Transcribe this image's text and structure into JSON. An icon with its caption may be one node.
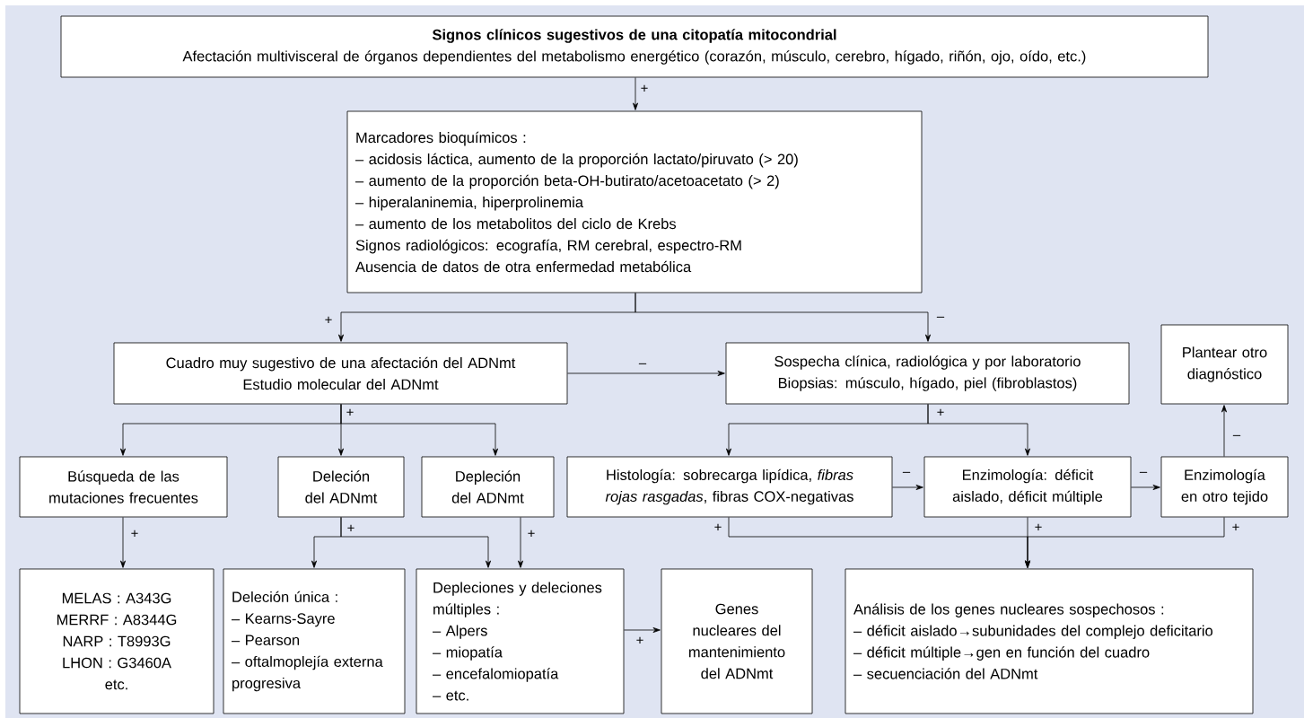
{
  "diagram": {
    "nodes": [
      {
        "text": [
          "Signos clínicos sugestivos de una citopatía mitocondrial",
          "Afectación multivisceral de órganos dependientes del metabolismo energético (corazón, músculo, cerebro, hígado, riñón, ojo, oído, etc.)"
        ]
      },
      {
        "text": [
          "Marcadores bioquímicos :",
          "– acidosis láctica, aumento de la proporción lactato/piruvato (> 20)",
          "– aumento de la proporción beta-OH-butirato/acetoacetato (> 2)",
          "– hiperalaninemia, hiperprolinemia",
          "– aumento de los metabolitos del ciclo de Krebs",
          "Signos radiológicos: ecografía, RM cerebral, espectro-RM",
          "Ausencia de datos de otra enfermedad metabólica"
        ]
      },
      {
        "text": [
          "Cuadro muy sugestivo de una afectación del ADNmt",
          "Estudio molecular del ADNmt"
        ]
      },
      {
        "text": [
          "Sospecha clínica, radiológica y por laboratorio",
          "Biopsias: músculo, hígado, piel (fibroblastos)"
        ]
      },
      {
        "text": [
          "Plantear otro diagnóstico"
        ]
      },
      {
        "text": [
          "Búsqueda de las mutaciones frecuentes"
        ]
      },
      {
        "text": [
          "Deleción del ADNmt"
        ]
      },
      {
        "text": [
          "Depleción del ADNmt"
        ]
      },
      {
        "text": [
          "Histología: sobrecarga lipídica, *fibras rojas rasgadas*, fibras COX-negativas"
        ]
      },
      {
        "text": [
          "Enzimología: déficit aislado, déficit múltiple"
        ]
      },
      {
        "text": [
          "Enzimología en otro tejido"
        ]
      },
      {
        "text": [
          "MELAS : A343G",
          "MERRF : A8344G",
          "NARP : T8993G",
          "LHON : G3460A",
          "etc."
        ]
      },
      {
        "text": [
          "Deleción única :",
          "– Kearns-Sayre",
          "– Pearson",
          "– oftalmoplejía externa progresiva"
        ]
      },
      {
        "text": [
          "Depleciones y deleciones múltiples :",
          "– Alpers",
          "– miopatía",
          "– encefalomiopatía",
          "– etc."
        ]
      },
      {
        "text": [
          "Genes nucleares del mantenimiento del ADNmt"
        ]
      },
      {
        "text": [
          "Análisis de los genes nucleares sospechosos :",
          "– déficit aislado→subunidades del complejo deficitario",
          "– déficit múltiple→gen en función del cuadro",
          "– secuenciación del ADNmt"
        ]
      }
    ],
    "edges": [
      {
        "from": 0,
        "to": 1,
        "arrow": "to",
        "label": "+"
      },
      {
        "from": 1,
        "to": 2,
        "arrow": "to",
        "label": "+"
      },
      {
        "from": 1,
        "to": 3,
        "arrow": "to",
        "label": "–"
      },
      {
        "from": 2,
        "to": 3,
        "arrow": "to",
        "label": "–"
      },
      {
        "from": 2,
        "to": 5,
        "arrow": "to",
        "label": "+"
      },
      {
        "from": 2,
        "to": 6,
        "arrow": "to"
      },
      {
        "from": 2,
        "to": 7,
        "arrow": "to"
      },
      {
        "from": 3,
        "to": 8,
        "arrow": "to",
        "label": "+"
      },
      {
        "from": 3,
        "to": 9,
        "arrow": "to"
      },
      {
        "from": 5,
        "to": 11,
        "arrow": "to",
        "label": "+"
      },
      {
        "from": 6,
        "to": 12,
        "arrow": "to",
        "label": "+"
      },
      {
        "from": 6,
        "to": 13,
        "arrow": "to"
      },
      {
        "from": 7,
        "to": 13,
        "arrow": "to",
        "label": "+"
      },
      {
        "from": 13,
        "to": 14,
        "arrow": "to",
        "label": "+"
      },
      {
        "from": 8,
        "to": 9,
        "arrow": "to",
        "label": "–"
      },
      {
        "from": 9,
        "to": 10,
        "arrow": "to",
        "label": "–"
      },
      {
        "from": 10,
        "to": 4,
        "arrow": "to",
        "label": "–"
      },
      {
        "from": 8,
        "to": 15,
        "arrow": "to",
        "label": "+"
      },
      {
        "from": 9,
        "to": 15,
        "arrow": "to",
        "label": "+"
      },
      {
        "from": 10,
        "to": 15,
        "arrow": "to",
        "label": "+"
      }
    ]
  }
}
